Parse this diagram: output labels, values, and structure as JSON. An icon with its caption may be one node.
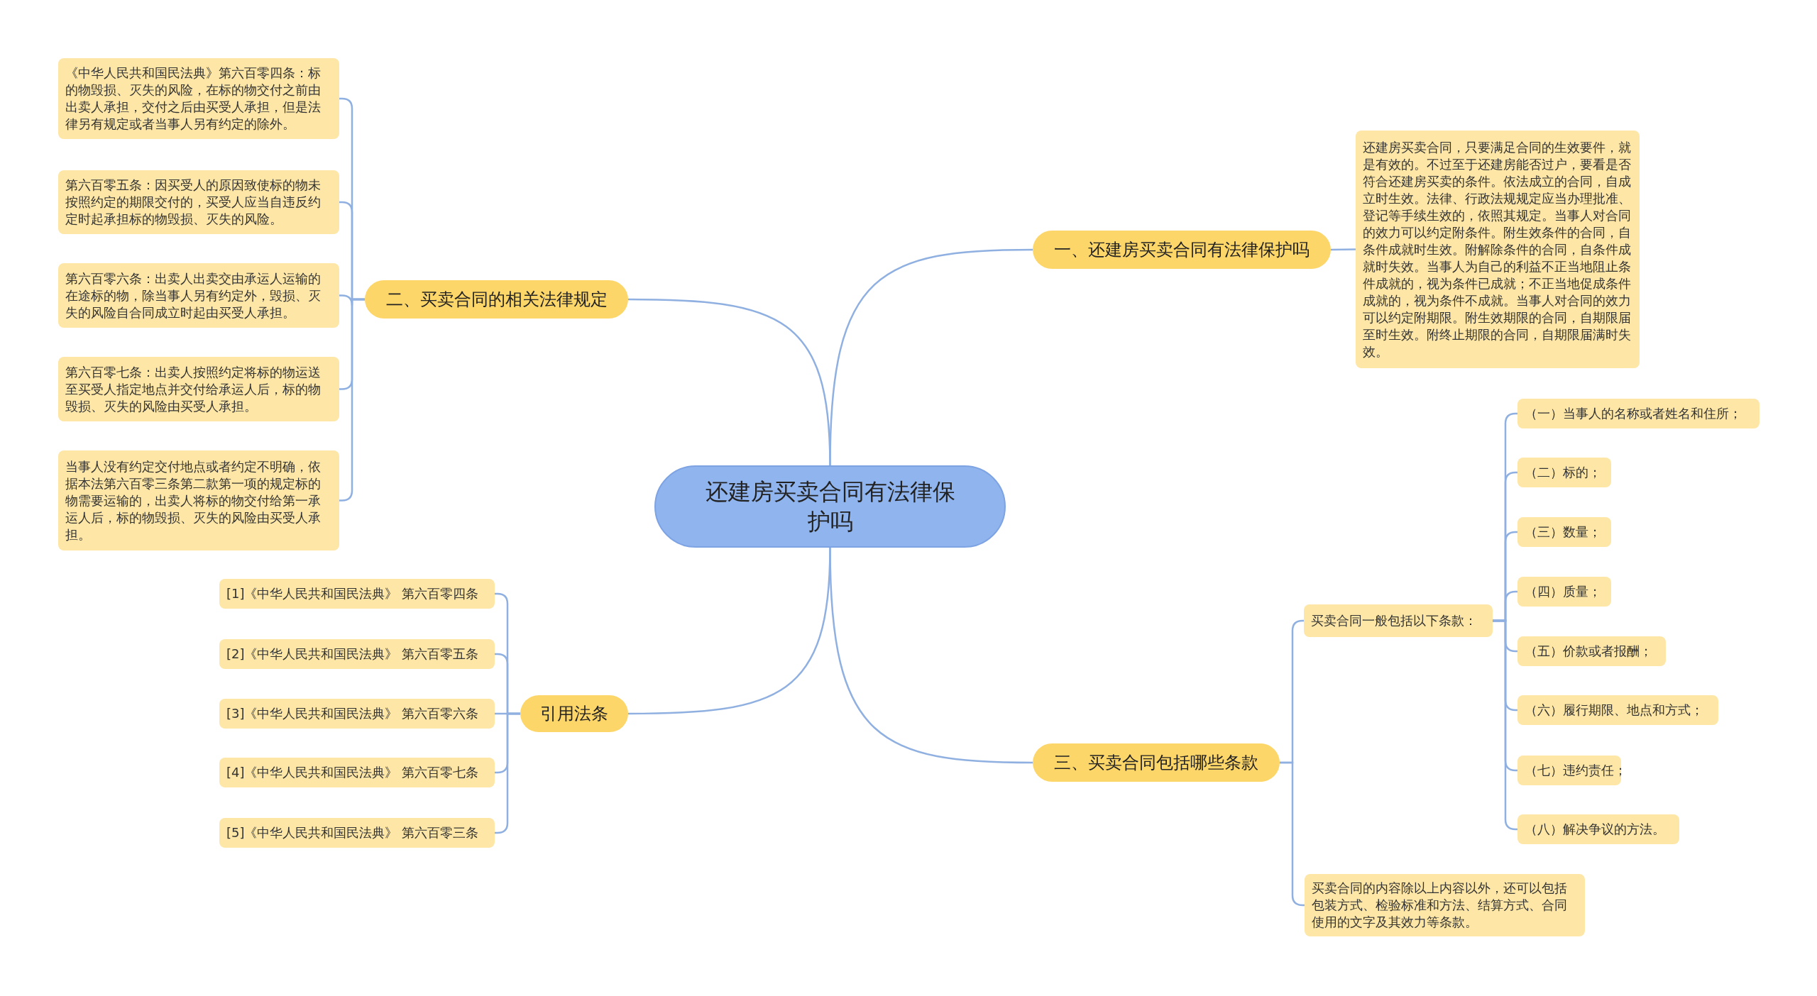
{
  "diagram": {
    "nodes": [
      {
        "text": [
          "还建房买卖合同有法律保护吗"
        ]
      },
      {
        "text": [
          "一、还建房买卖合同有法律保护吗"
        ]
      },
      {
        "text": [
          "还建房买卖合同，只要满足合同的生效要件，就是有效的。不过至于还建房能否过户，要看是否符合还建房买卖的条件。依法成立的合同，自成立时生效。法律、行政法规规定应当办理批准、登记等手续生效的，依照其规定。当事人对合同的效力可以约定附条件。附生效条件的合同，自条件成就时生效。附解除条件的合同，自条件成就时失效。当事人为自己的利益不正当地阻止条件成就的，视为条件已成就；不正当地促成条件成就的，视为条件不成就。当事人对合同的效力可以约定附期限。附生效期限的合同，自期限届至时生效。附终止期限的合同，自期限届满时失效。"
        ]
      },
      {
        "text": [
          "二、买卖合同的相关法律规定"
        ]
      },
      {
        "text": [
          "《中华人民共和国民法典》第六百零四条：标的物毁损、灭失的风险，在标的物交付之前由出卖人承担，交付之后由买受人承担，但是法律另有规定或者当事人另有约定的除外。"
        ]
      },
      {
        "text": [
          "第六百零五条：因买受人的原因致使标的物未按照约定的期限交付的，买受人应当自违反约定时起承担标的物毁损、灭失的风险。"
        ]
      },
      {
        "text": [
          "第六百零六条：出卖人出卖交由承运人运输的在途标的物，除当事人另有约定外，毁损、灭失的风险自合同成立时起由买受人承担。"
        ]
      },
      {
        "text": [
          "第六百零七条：出卖人按照约定将标的物运送至买受人指定地点并交付给承运人后，标的物毁损、灭失的风险由买受人承担。"
        ]
      },
      {
        "text": [
          "当事人没有约定交付地点或者约定不明确，依据本法第六百零三条第二款第一项的规定标的物需要运输的，出卖人将标的物交付给第一承运人后，标的物毁损、灭失的风险由买受人承担。"
        ]
      },
      {
        "text": [
          "引用法条"
        ]
      },
      {
        "text": [
          "[1]《中华人民共和国民法典》 第六百零四条"
        ]
      },
      {
        "text": [
          "[2]《中华人民共和国民法典》 第六百零五条"
        ]
      },
      {
        "text": [
          "[3]《中华人民共和国民法典》 第六百零六条"
        ]
      },
      {
        "text": [
          "[4]《中华人民共和国民法典》 第六百零七条"
        ]
      },
      {
        "text": [
          "[5]《中华人民共和国民法典》 第六百零三条"
        ]
      },
      {
        "text": [
          "三、买卖合同包括哪些条款"
        ]
      },
      {
        "text": [
          "买卖合同一般包括以下条款："
        ]
      },
      {
        "text": [
          "（一）当事人的名称或者姓名和住所；"
        ]
      },
      {
        "text": [
          "（二）标的；"
        ]
      },
      {
        "text": [
          "（三）数量；"
        ]
      },
      {
        "text": [
          "（四）质量；"
        ]
      },
      {
        "text": [
          "（五）价款或者报酬；"
        ]
      },
      {
        "text": [
          "（六）履行期限、地点和方式；"
        ]
      },
      {
        "text": [
          "（七）违约责任；"
        ]
      },
      {
        "text": [
          "（八）解决争议的方法。"
        ]
      },
      {
        "text": [
          "买卖合同的内容除以上内容以外，还可以包括包装方式、检验标准和方法、结算方式、合同使用的文字及其效力等条款。"
        ]
      }
    ],
    "edges": [
      {
        "from": 0,
        "to": 1,
        "arrow": "none"
      },
      {
        "from": 0,
        "to": 3,
        "arrow": "none"
      },
      {
        "from": 0,
        "to": 9,
        "arrow": "none"
      },
      {
        "from": 0,
        "to": 15,
        "arrow": "none"
      },
      {
        "from": 1,
        "to": 2,
        "arrow": "none"
      },
      {
        "from": 3,
        "to": 4,
        "arrow": "none"
      },
      {
        "from": 3,
        "to": 5,
        "arrow": "none"
      },
      {
        "from": 3,
        "to": 6,
        "arrow": "none"
      },
      {
        "from": 3,
        "to": 7,
        "arrow": "none"
      },
      {
        "from": 3,
        "to": 8,
        "arrow": "none"
      },
      {
        "from": 9,
        "to": 10,
        "arrow": "none"
      },
      {
        "from": 9,
        "to": 11,
        "arrow": "none"
      },
      {
        "from": 9,
        "to": 12,
        "arrow": "none"
      },
      {
        "from": 9,
        "to": 13,
        "arrow": "none"
      },
      {
        "from": 9,
        "to": 14,
        "arrow": "none"
      },
      {
        "from": 15,
        "to": 16,
        "arrow": "none"
      },
      {
        "from": 15,
        "to": 25,
        "arrow": "none"
      },
      {
        "from": 16,
        "to": 17,
        "arrow": "none"
      },
      {
        "from": 16,
        "to": 18,
        "arrow": "none"
      },
      {
        "from": 16,
        "to": 19,
        "arrow": "none"
      },
      {
        "from": 16,
        "to": 20,
        "arrow": "none"
      },
      {
        "from": 16,
        "to": 21,
        "arrow": "none"
      },
      {
        "from": 16,
        "to": 22,
        "arrow": "none"
      },
      {
        "from": 16,
        "to": 23,
        "arrow": "none"
      },
      {
        "from": 16,
        "to": 24,
        "arrow": "none"
      }
    ]
  }
}
